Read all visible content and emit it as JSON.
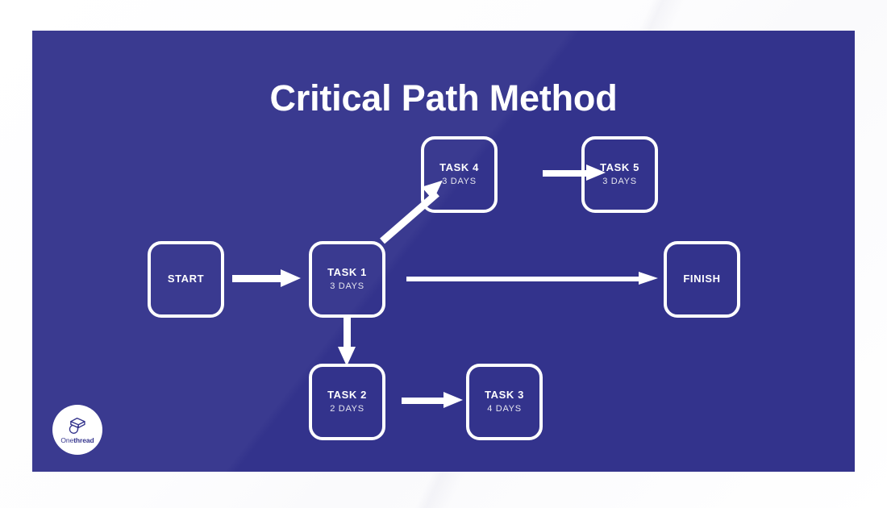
{
  "slide": {
    "title": "Critical Path Method",
    "background_color": "#33338C",
    "accent_color": "#FFFFFF",
    "page_background_color": "#FFFFFF"
  },
  "nodes": [
    {
      "id": "start",
      "label": "START",
      "duration": ""
    },
    {
      "id": "task1",
      "label": "TASK 1",
      "duration": "3 DAYS"
    },
    {
      "id": "task2",
      "label": "TASK 2",
      "duration": "2 DAYS"
    },
    {
      "id": "task3",
      "label": "TASK 3",
      "duration": "4 DAYS"
    },
    {
      "id": "task4",
      "label": "TASK 4",
      "duration": "3 DAYS"
    },
    {
      "id": "task5",
      "label": "TASK 5",
      "duration": "3 DAYS"
    },
    {
      "id": "finish",
      "label": "FINISH",
      "duration": ""
    }
  ],
  "connections": [
    {
      "from": "START",
      "to": "TASK 1",
      "direction": "right"
    },
    {
      "from": "TASK 1",
      "to": "TASK 4",
      "direction": "diagonal-up-right"
    },
    {
      "from": "TASK 4",
      "to": "TASK 5",
      "direction": "right"
    },
    {
      "from": "TASK 1",
      "to": "FINISH",
      "direction": "right"
    },
    {
      "from": "TASK 1",
      "to": "TASK 2",
      "direction": "down"
    },
    {
      "from": "TASK 2",
      "to": "TASK 3",
      "direction": "right"
    }
  ],
  "logo": {
    "name_prefix": "One",
    "name_suffix": "thread",
    "mark": "isometric-cube-icon",
    "badge_color": "#FFFFFF",
    "text_color": "#33338C"
  }
}
